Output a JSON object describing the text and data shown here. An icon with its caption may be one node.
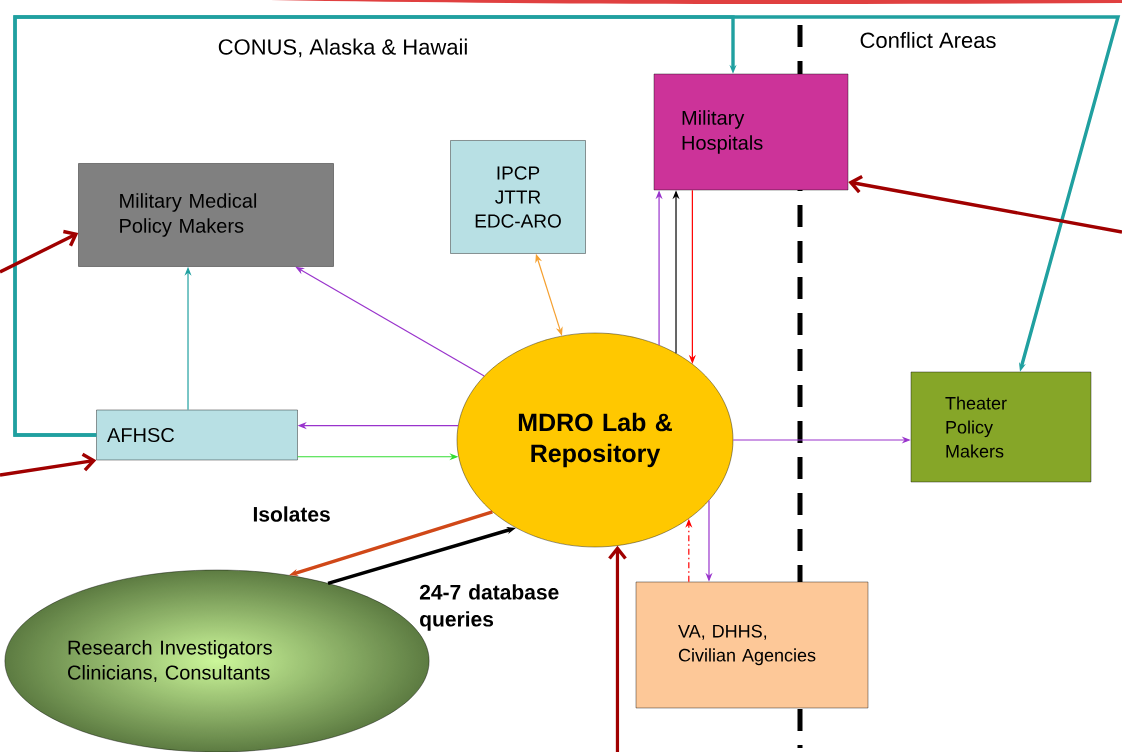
{
  "diagram": {
    "nodes": [
      {
        "text": [
          "Military Medical Policy Makers"
        ]
      },
      {
        "text": [
          "IPCP",
          "JTTR",
          "EDC-ARO"
        ]
      },
      {
        "text": [
          "Military Hospitals"
        ]
      },
      {
        "text": [
          "AFHSC"
        ]
      },
      {
        "text": [
          "MDRO Lab & Repository"
        ]
      },
      {
        "text": [
          "Theater Policy Makers"
        ]
      },
      {
        "text": [
          "Research Investigators Clinicians, Consultants"
        ]
      },
      {
        "text": [
          "VA, DHHS, Civilian Agencies"
        ]
      }
    ],
    "edges": [
      {
        "from": 4,
        "to": 0,
        "arrow": "to"
      },
      {
        "from": 4,
        "to": 1,
        "arrow": "both",
        "color": "#f5a030"
      },
      {
        "from": 4,
        "to": 2,
        "arrow": "to"
      },
      {
        "from": 4,
        "to": 2,
        "arrow": "to",
        "color": "#000000"
      },
      {
        "from": 2,
        "to": 4,
        "arrow": "to",
        "color": "#ff0000"
      },
      {
        "from": 4,
        "to": 3,
        "arrow": "to"
      },
      {
        "from": 3,
        "to": 4,
        "arrow": "to",
        "color": "#33dd33"
      },
      {
        "from": 3,
        "to": 0,
        "arrow": "to",
        "color": "#20a0a0"
      },
      {
        "from": 4,
        "to": 5,
        "arrow": "to"
      },
      {
        "from": 4,
        "to": 6,
        "arrow": "to",
        "label": "Isolates",
        "style": "thick",
        "color": "#d04818"
      },
      {
        "from": 6,
        "to": 4,
        "arrow": "to",
        "label": "24-7 database queries",
        "style": "thick",
        "color": "#000000"
      },
      {
        "from": 7,
        "to": 4,
        "arrow": "to",
        "style": "dashed",
        "color": "#ff0000"
      },
      {
        "from": 4,
        "to": 7,
        "arrow": "to"
      },
      {
        "from": 3,
        "to": 2,
        "arrow": "to",
        "style": "thick",
        "color": "#20a0a0"
      },
      {
        "from": 3,
        "to": 5,
        "arrow": "to",
        "style": "thick",
        "color": "#20a0a0"
      },
      {
        "from": null,
        "to": 0,
        "arrow": "to",
        "style": "thick",
        "color": "#a00000"
      },
      {
        "from": null,
        "to": 3,
        "arrow": "to",
        "style": "thick",
        "color": "#a00000"
      },
      {
        "from": null,
        "to": 2,
        "arrow": "to",
        "style": "thick",
        "color": "#a00000"
      },
      {
        "from": null,
        "to": 4,
        "arrow": "to",
        "style": "thick",
        "color": "#a00000"
      }
    ],
    "labels": [
      "CONUS, Alaska & Hawaii",
      "Conflict Areas"
    ]
  }
}
